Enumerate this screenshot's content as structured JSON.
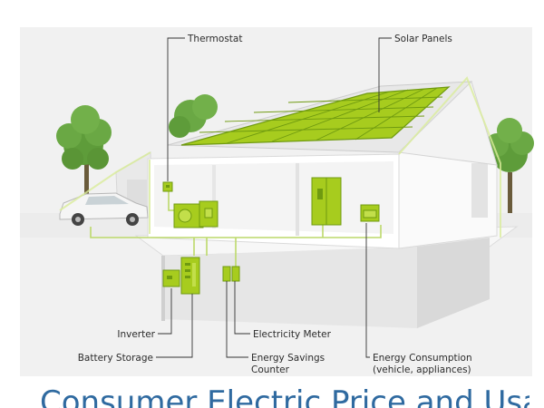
{
  "labels": {
    "thermostat": "Thermostat",
    "solar_panels": "Solar Panels",
    "inverter": "Inverter",
    "battery_storage": "Battery Storage",
    "electricity_meter": "Electricity Meter",
    "energy_savings_line1": "Energy Savings",
    "energy_savings_line2": "Counter",
    "energy_consumption_line1": "Energy Consumption",
    "energy_consumption_line2": "(vehicle, appliances)"
  },
  "caption_partial": "Consumer Electric Price and Usage",
  "colors": {
    "accent_green": "#a7cc1e",
    "panel_dark": "#6f9a10",
    "tree_green": "#5e9c3a",
    "wall_light": "#f2f2f2",
    "title_blue": "#2f6aa0"
  }
}
